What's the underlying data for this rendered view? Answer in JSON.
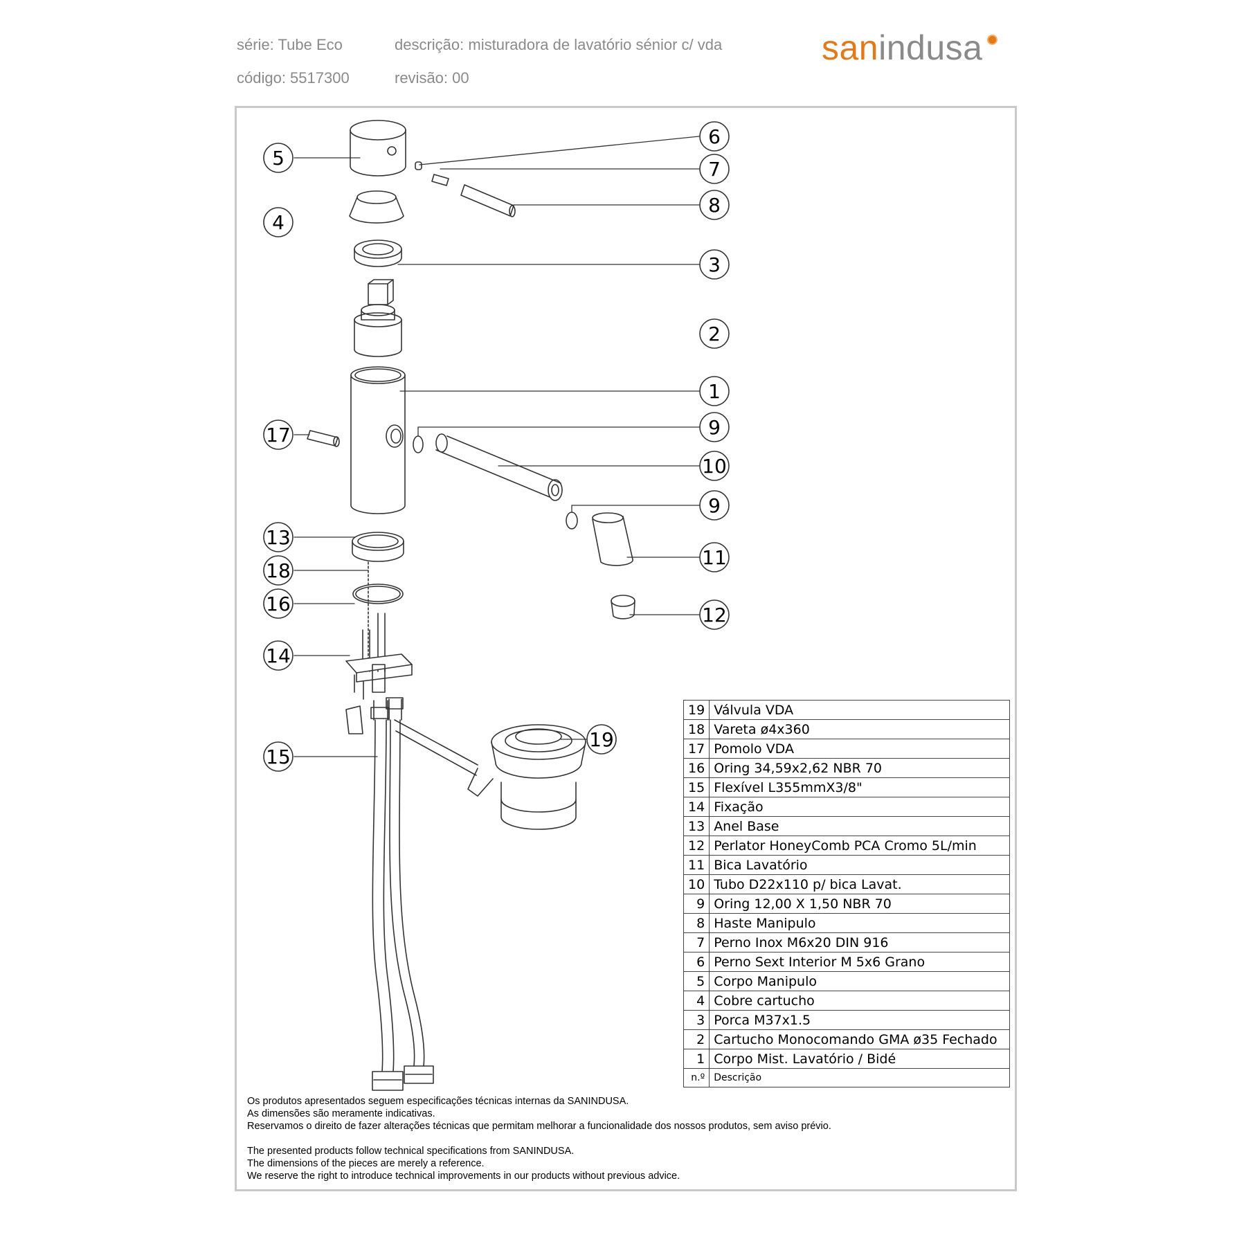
{
  "header": {
    "serie": "série: Tube Eco",
    "descricao": "descrição: misturadora de lavatório sénior c/ vda",
    "codigo": "código: 5517300",
    "revisao": "revisão: 00"
  },
  "logo": {
    "part1": "san",
    "part2": "indusa"
  },
  "colors": {
    "brand_orange": "#e07a1a",
    "header_gray": "#8a8a8a",
    "frame_gray": "#c9c9c9"
  },
  "callouts": {
    "c1": "1",
    "c2": "2",
    "c3": "3",
    "c4": "4",
    "c5": "5",
    "c6": "6",
    "c7": "7",
    "c8": "8",
    "c9a": "9",
    "c9b": "9",
    "c10": "10",
    "c11": "11",
    "c12": "12",
    "c13": "13",
    "c14": "14",
    "c15": "15",
    "c16": "16",
    "c17": "17",
    "c18": "18",
    "c19": "19"
  },
  "parts_table": {
    "rows": [
      {
        "n": "19",
        "desc": "Válvula VDA"
      },
      {
        "n": "18",
        "desc": "Vareta  ø4x360"
      },
      {
        "n": "17",
        "desc": "Pomolo VDA"
      },
      {
        "n": "16",
        "desc": "Oring 34,59x2,62 NBR 70"
      },
      {
        "n": "15",
        "desc": "Flexível L355mmX3/8\""
      },
      {
        "n": "14",
        "desc": "Fixação"
      },
      {
        "n": "13",
        "desc": "Anel Base"
      },
      {
        "n": "12",
        "desc": "Perlator HoneyComb PCA Cromo 5L/min"
      },
      {
        "n": "11",
        "desc": "Bica Lavatório"
      },
      {
        "n": "10",
        "desc": "Tubo D22x110 p/ bica Lavat."
      },
      {
        "n": "9",
        "desc": "Oring 12,00 X 1,50 NBR 70"
      },
      {
        "n": "8",
        "desc": "Haste Manipulo"
      },
      {
        "n": "7",
        "desc": "Perno Inox M6x20 DIN 916"
      },
      {
        "n": "6",
        "desc": "Perno Sext Interior M 5x6 Grano"
      },
      {
        "n": "5",
        "desc": "Corpo Manipulo"
      },
      {
        "n": "4",
        "desc": "Cobre cartucho"
      },
      {
        "n": "3",
        "desc": "Porca M37x1.5"
      },
      {
        "n": "2",
        "desc": "Cartucho Monocomando GMA ø35 Fechado"
      },
      {
        "n": "1",
        "desc": "Corpo Mist. Lavatório / Bidé"
      }
    ],
    "head_n": "n.º",
    "head_desc": "Descrição"
  },
  "notes_pt": [
    "Os produtos apresentados seguem especificações técnicas internas da SANINDUSA.",
    "As dimensões são meramente indicativas.",
    "Reservamos o direito de fazer alterações técnicas que permitam melhorar a funcionalidade dos nossos produtos, sem aviso prévio."
  ],
  "notes_en": [
    "The presented products follow technical specifications from SANINDUSA.",
    "The dimensions of the pieces are merely a reference.",
    "We reserve the right to introduce technical improvements in our products without previous advice."
  ]
}
